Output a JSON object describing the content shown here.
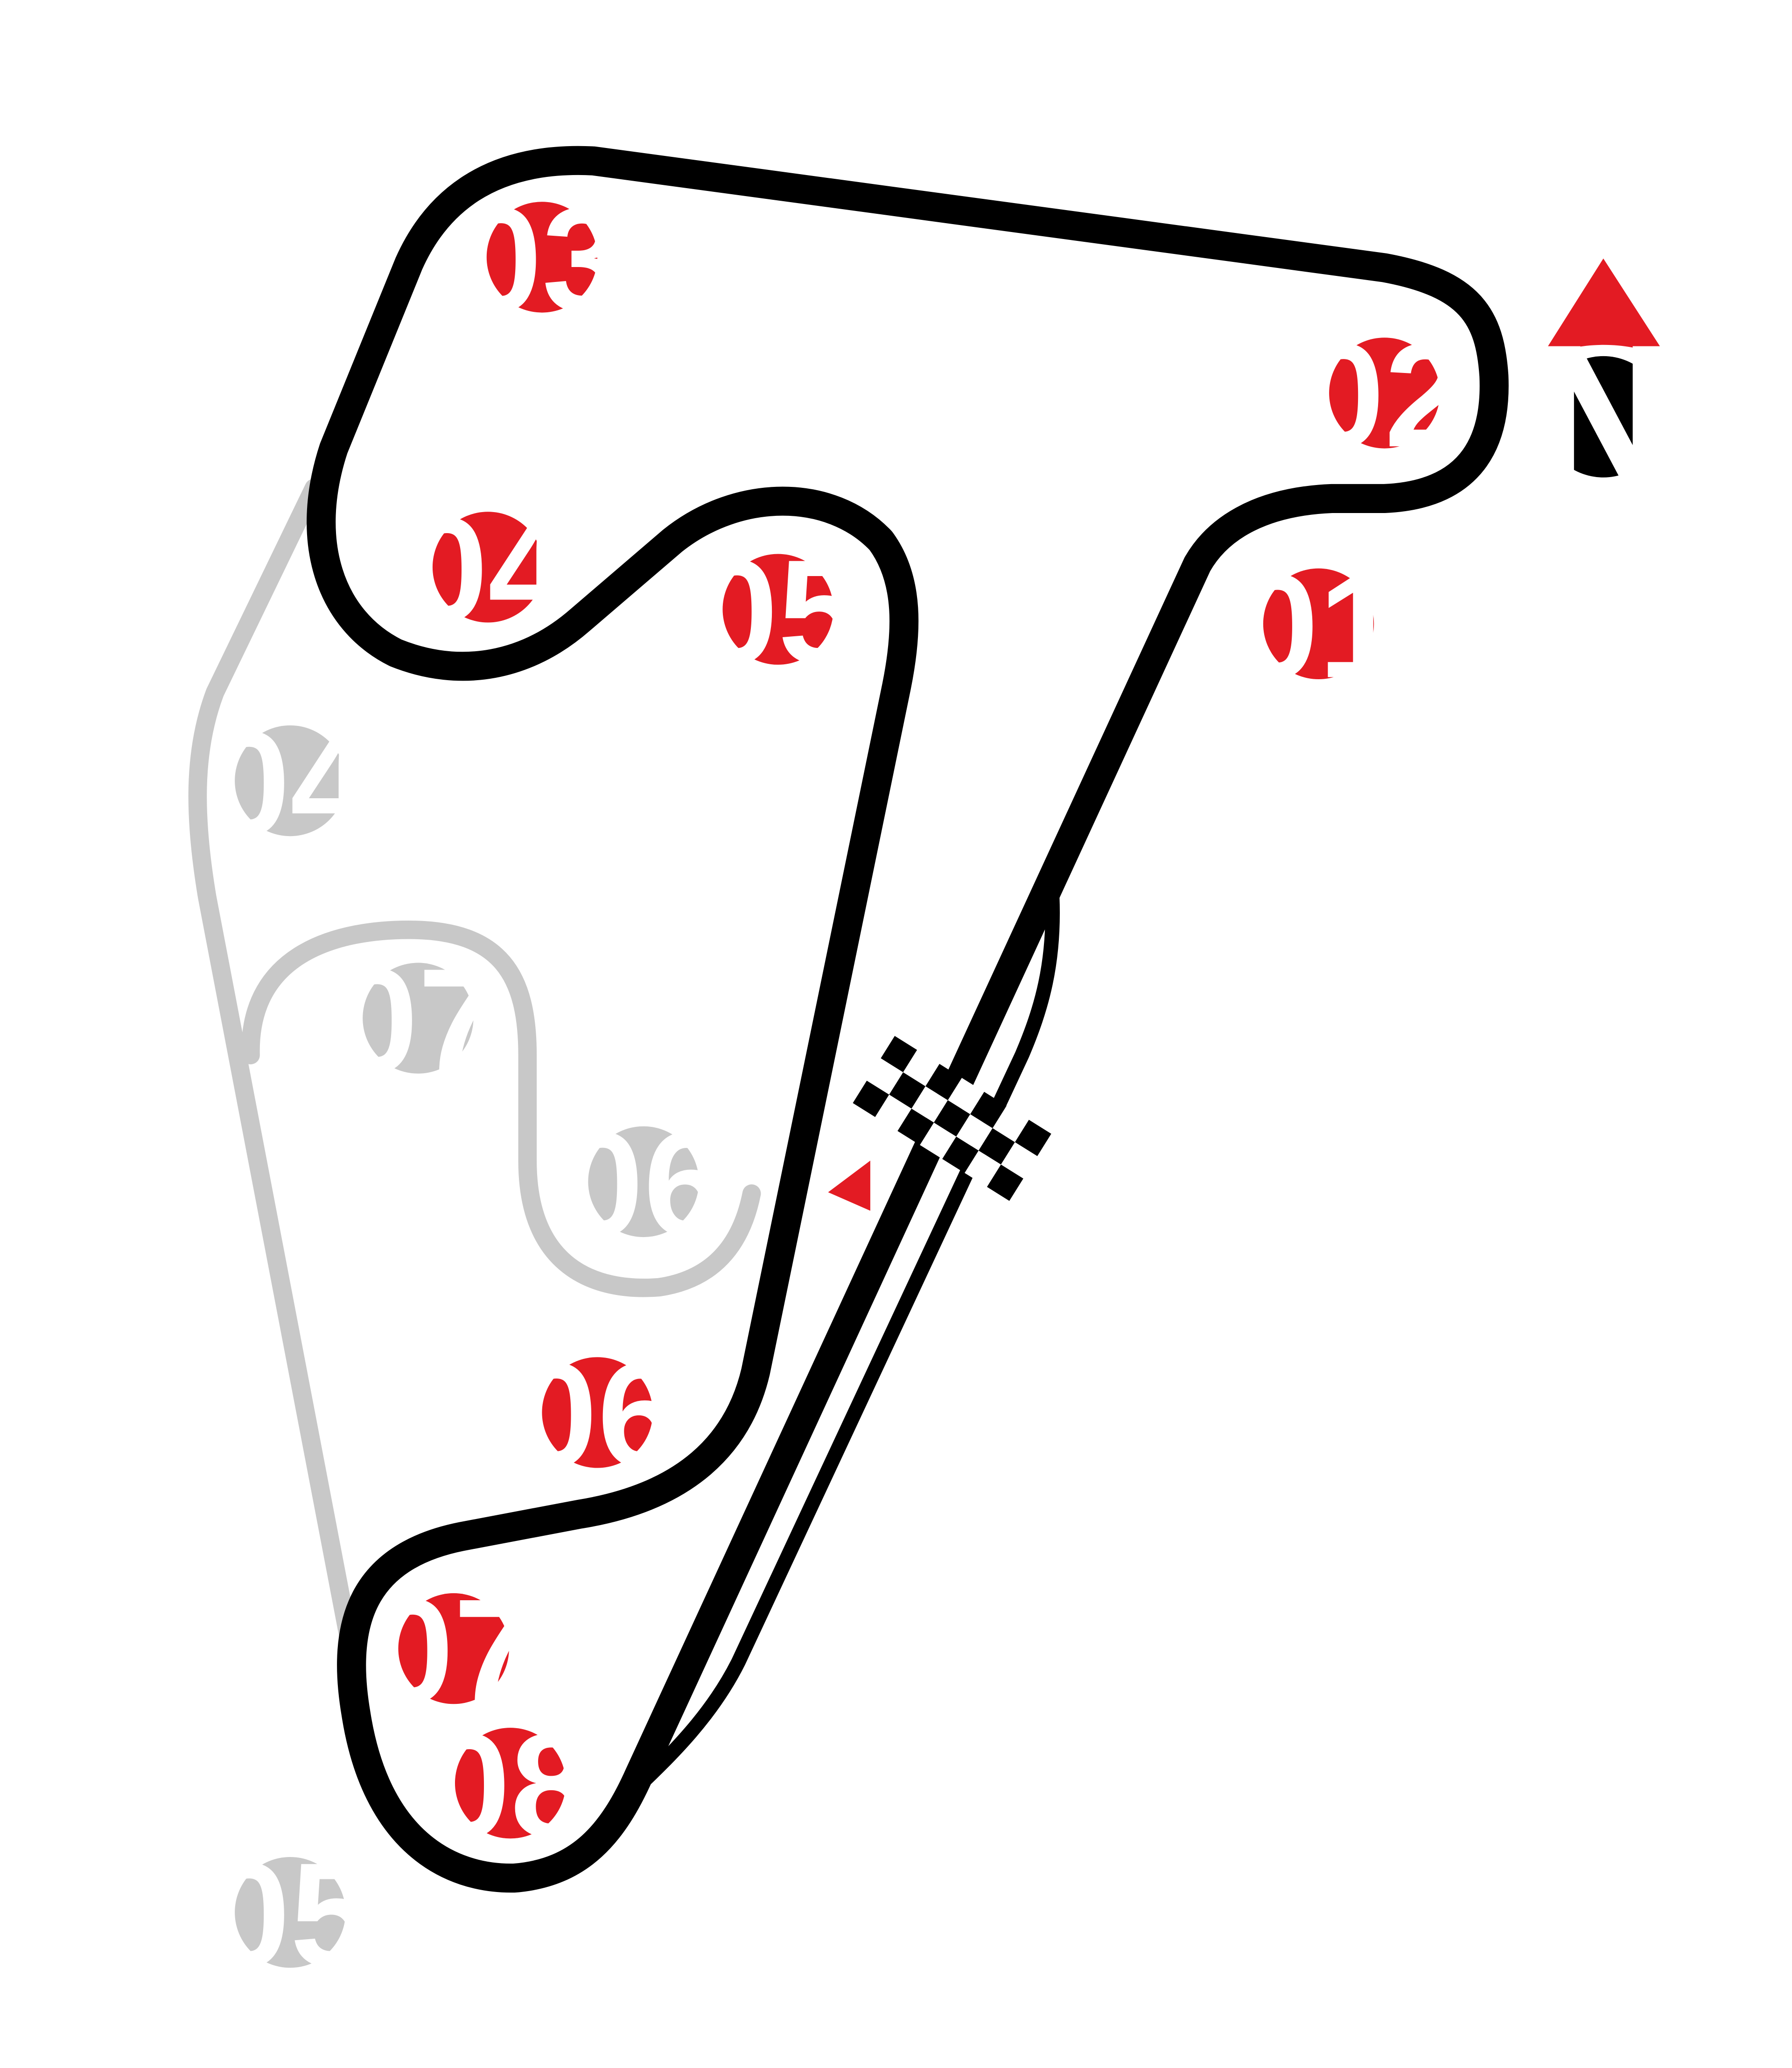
{
  "colors": {
    "background": "#ffffff",
    "main_track": "#000000",
    "alt_track": "#c8c8c8",
    "main_turn_marker": "#e31b23",
    "alt_turn_marker": "#c8c8c8",
    "turn_text": "#ffffff",
    "north_arrow": "#e31b23",
    "north_badge": "#000000"
  },
  "compass": {
    "label": "N",
    "icon": "north-arrow-icon"
  },
  "start_finish": {
    "icon": "checkered-flag-icon",
    "direction_icon": "direction-arrow-icon"
  },
  "main_circuit": {
    "turns": [
      "01",
      "02",
      "03",
      "04",
      "05",
      "06",
      "07",
      "08"
    ]
  },
  "alternate_circuit": {
    "turns": [
      "04",
      "05",
      "06",
      "07"
    ]
  }
}
